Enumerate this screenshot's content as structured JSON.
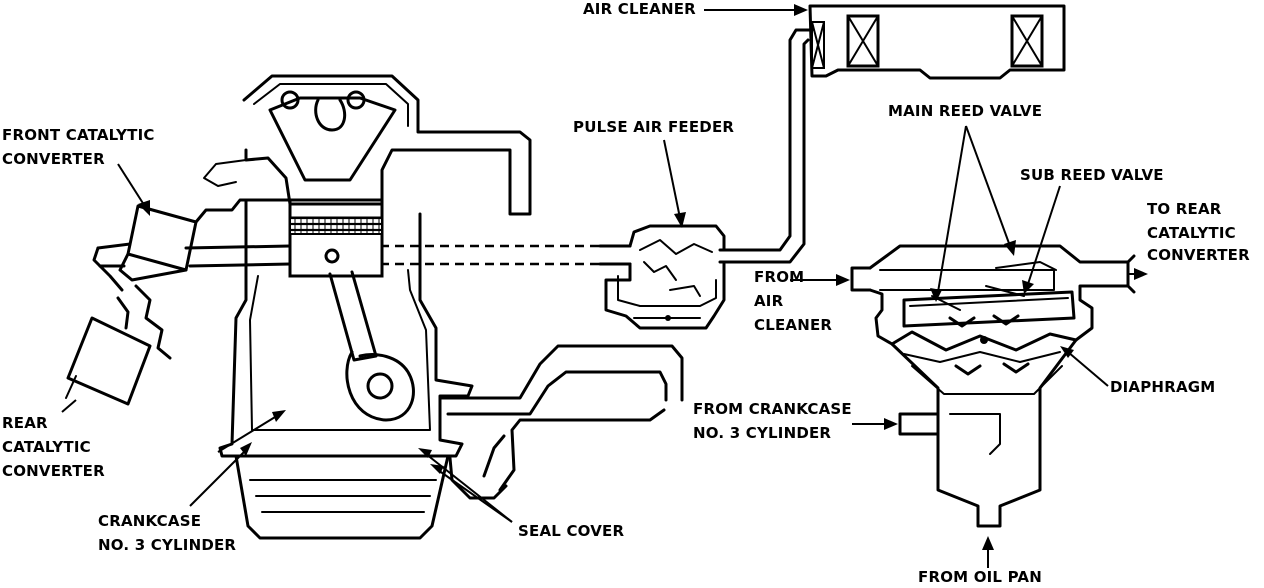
{
  "labels": {
    "air_cleaner": "AIR CLEANER",
    "front_cat_1": "FRONT CATALYTIC",
    "front_cat_2": "CONVERTER",
    "pulse_air_feeder": "PULSE AIR FEEDER",
    "main_reed_valve": "MAIN REED VALVE",
    "sub_reed_valve": "SUB REED VALVE",
    "to_rear_1": "TO REAR",
    "to_rear_2": "CATALYTIC",
    "to_rear_3": "CONVERTER",
    "from_air_1": "FROM",
    "from_air_2": "AIR",
    "from_air_3": "CLEANER",
    "diaphragm": "DIAPHRAGM",
    "from_crankcase_1": "FROM CRANKCASE",
    "from_crankcase_2": "NO. 3 CYLINDER",
    "rear_cat_1": "REAR",
    "rear_cat_2": "CATALYTIC",
    "rear_cat_3": "CONVERTER",
    "crankcase_1": "CRANKCASE",
    "crankcase_2": "NO. 3 CYLINDER",
    "seal_cover": "SEAL COVER",
    "from_oil_pan": "FROM OIL PAN"
  }
}
